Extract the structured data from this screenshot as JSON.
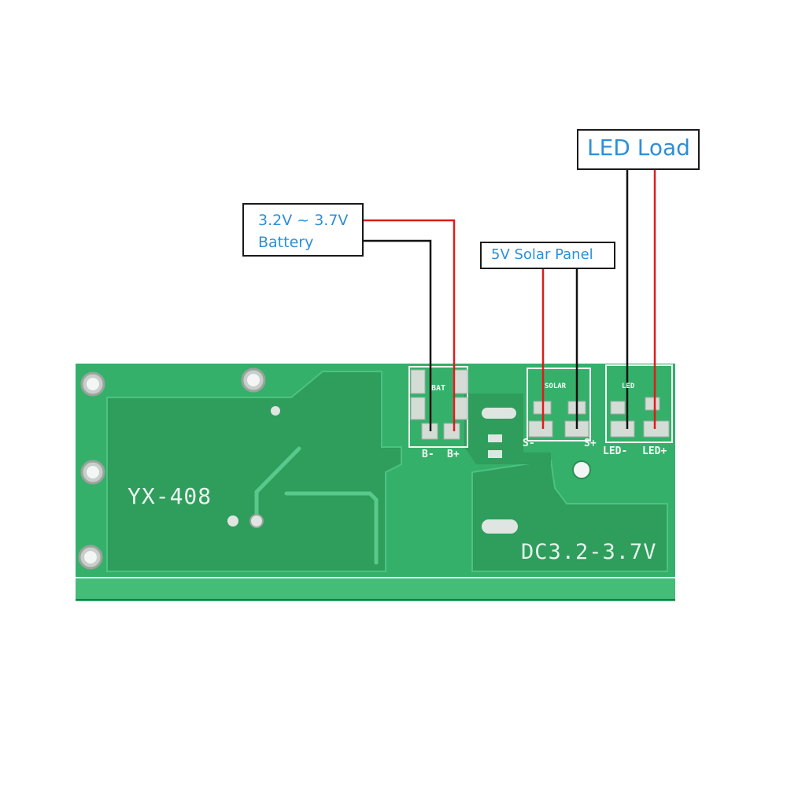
{
  "callouts": {
    "battery": {
      "line1": "3.2V ~ 3.7V",
      "line2": "Battery"
    },
    "solar": {
      "label": "5V Solar Panel"
    },
    "led": {
      "label": "LED Load"
    }
  },
  "board": {
    "model": "YX-408",
    "voltage": "DC3.2-3.7V",
    "silkscreen": {
      "bat": "BAT",
      "solar": "SOLAR",
      "led": "LED",
      "b_minus": "B-",
      "b_plus": "B+",
      "s_minus": "S-",
      "s_plus": "S+",
      "led_minus": "LED-",
      "led_plus": "LED+"
    }
  },
  "colors": {
    "board_green": "#35b06a",
    "trace_green": "#2f9d5c",
    "wire_red": "#e01b1b",
    "wire_black": "#111111",
    "callout_text": "#2e8fd6"
  }
}
